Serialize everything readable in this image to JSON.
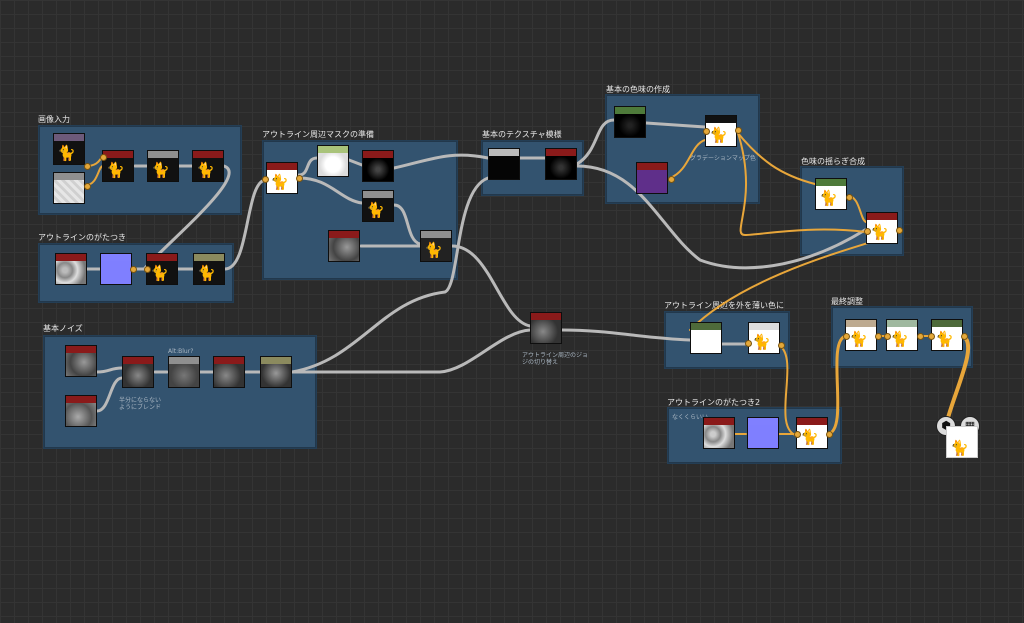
{
  "colors": {
    "canvas": "#2b2b2b",
    "frame": "#33536f",
    "wire_gray": "#b9b9b9",
    "wire_orange": "#e8a63a",
    "header_red": "#8a1a1a",
    "header_gray": "#8f8f8f",
    "header_green": "#6f8a4a",
    "header_olive": "#8b8a5e",
    "header_purple": "#6d5a7a",
    "header_sage": "#8aa08a"
  },
  "frames": {
    "image_input": "画像入力",
    "outline_jag": "アウトラインのがたつき",
    "basic_noise": "基本ノイズ",
    "outline_mask": "アウトライン周辺マスクの準備",
    "basic_texture": "基本のテクスチャ模様",
    "base_color": "基本の色味の作成",
    "color_blend": "色味の揺らぎ合成",
    "outline_outside": "アウトライン周辺を外を薄い色に",
    "outline_jag2": "アウトラインのがたつき2",
    "final_adjust": "最終調整"
  },
  "notes": {
    "outline_switch": "アウトライン周辺のジョ\nジの切り替え",
    "blend_even": "半分にならない\nようにブレンド",
    "alt": "Alt:Blur?",
    "gradation": "グラデーションマップ色",
    "subtle": "なくくらいい"
  },
  "icons": {
    "cube": "cube-icon",
    "checker": "checkerboard-icon"
  }
}
